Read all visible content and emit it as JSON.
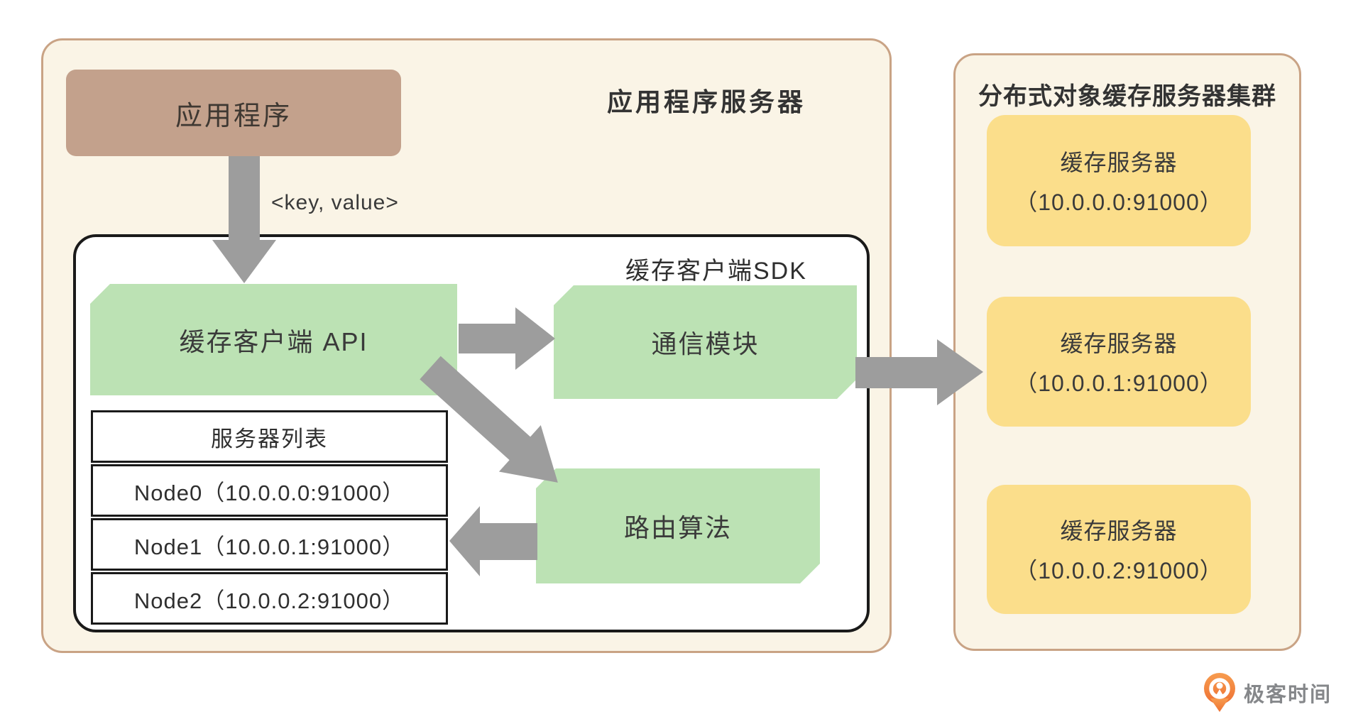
{
  "colors": {
    "page_bg": "#FFFFFF",
    "panel_bg": "#FAF4E6",
    "panel_border": "#C9A385",
    "app_box_bg": "#C3A18C",
    "green_box_bg": "#BCE2B4",
    "yellow_box_bg": "#FBDE8B",
    "arrow_gray": "#9D9D9D",
    "ink": "#333333",
    "line_black": "#1A1A1A",
    "logo_orange": "#EE7133",
    "logo_text_gray": "#85878A"
  },
  "app_server": {
    "title": "应用程序服务器",
    "app_box_label": "应用程序",
    "key_value_label": "<key, value>",
    "sdk": {
      "title": "缓存客户端SDK",
      "api_box_label": "缓存客户端 API",
      "comm_box_label": "通信模块",
      "routing_box_label": "路由算法",
      "server_table": {
        "header": "服务器列表",
        "rows": [
          "Node0（10.0.0.0:91000）",
          "Node1（10.0.0.1:91000）",
          "Node2（10.0.0.2:91000）"
        ]
      }
    }
  },
  "cache_cluster": {
    "title": "分布式对象缓存服务器集群",
    "servers": [
      {
        "name": "缓存服务器",
        "address": "（10.0.0.0:91000）"
      },
      {
        "name": "缓存服务器",
        "address": "（10.0.0.1:91000）"
      },
      {
        "name": "缓存服务器",
        "address": "（10.0.0.2:91000）"
      }
    ]
  },
  "branding": {
    "logo_text": "极客时间"
  }
}
